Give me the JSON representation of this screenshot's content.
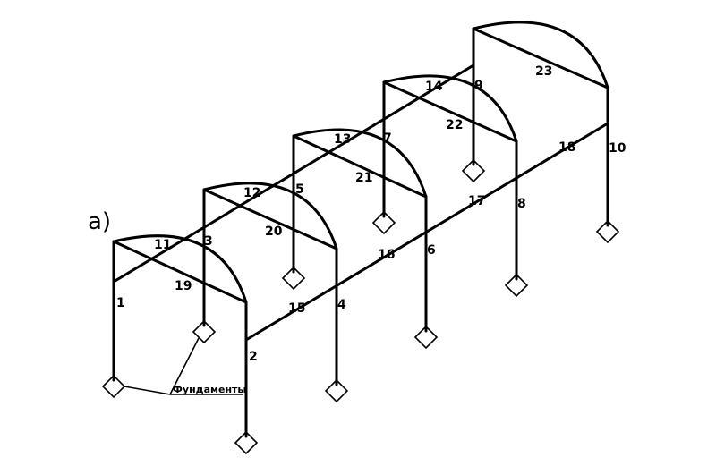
{
  "figure_label": "а)",
  "foundation_caption": "Фундаменты",
  "member_labels": {
    "m1": "1",
    "m2": "2",
    "m3": "3",
    "m4": "4",
    "m5": "5",
    "m6": "6",
    "m7": "7",
    "m8": "8",
    "m9": "9",
    "m10": "10",
    "m11": "11",
    "m12": "12",
    "m13": "13",
    "m14": "14",
    "m15": "15",
    "m16": "16",
    "m17": "17",
    "m18": "18",
    "m19": "19",
    "m20": "20",
    "m21": "21",
    "m22": "22",
    "m23": "23"
  },
  "colors": {
    "line": "#000000",
    "background": "#ffffff"
  }
}
